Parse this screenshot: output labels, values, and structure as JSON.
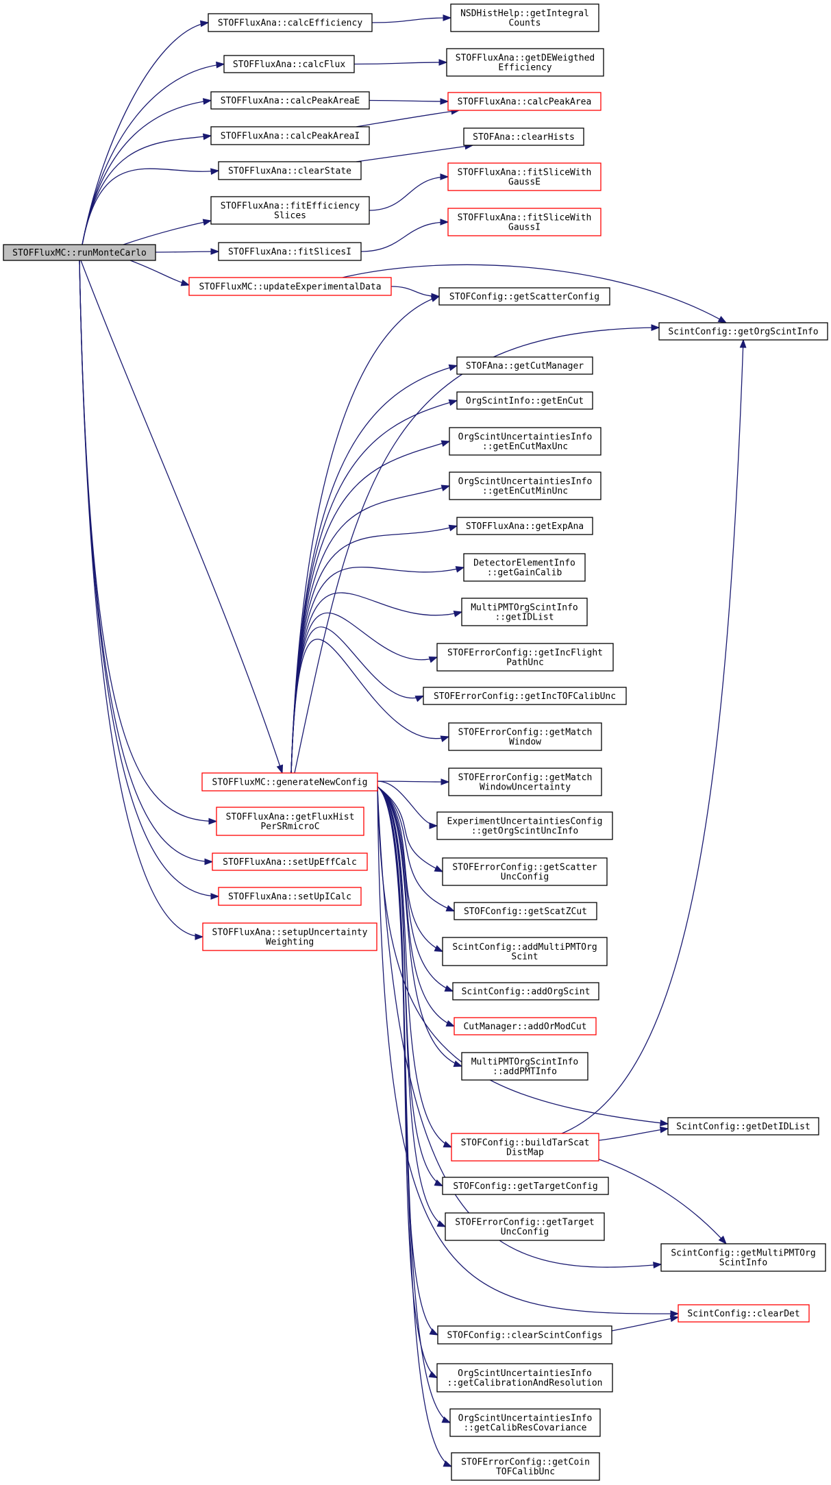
{
  "colors": {
    "edge": "#191970",
    "node_border": "#000000",
    "node_border_unexpanded": "#ff0000",
    "focus_fill": "#bfbfbf",
    "node_fill": "#ffffff"
  },
  "nodes": [
    {
      "id": "runMC",
      "lines": [
        "STOFFluxMC::runMonteCarlo"
      ],
      "style": "focus"
    },
    {
      "id": "calcEff",
      "lines": [
        "STOFFluxAna::calcEfficiency"
      ],
      "style": "normal"
    },
    {
      "id": "calcFlux",
      "lines": [
        "STOFFluxAna::calcFlux"
      ],
      "style": "normal"
    },
    {
      "id": "calcPAE",
      "lines": [
        "STOFFluxAna::calcPeakAreaE"
      ],
      "style": "normal"
    },
    {
      "id": "calcPAI",
      "lines": [
        "STOFFluxAna::calcPeakAreaI"
      ],
      "style": "normal"
    },
    {
      "id": "clearState",
      "lines": [
        "STOFFluxAna::clearState"
      ],
      "style": "normal"
    },
    {
      "id": "fitEffSlices",
      "lines": [
        "STOFFluxAna::fitEfficiency",
        "Slices"
      ],
      "style": "normal"
    },
    {
      "id": "fitSlicesI",
      "lines": [
        "STOFFluxAna::fitSlicesI"
      ],
      "style": "normal"
    },
    {
      "id": "updExp",
      "lines": [
        "STOFFluxMC::updateExperimentalData"
      ],
      "style": "red"
    },
    {
      "id": "genNew",
      "lines": [
        "STOFFluxMC::generateNewConfig"
      ],
      "style": "red"
    },
    {
      "id": "getFluxHist",
      "lines": [
        "STOFFluxAna::getFluxHist",
        "PerSRmicroC"
      ],
      "style": "red"
    },
    {
      "id": "setUpEff",
      "lines": [
        "STOFFluxAna::setUpEffCalc"
      ],
      "style": "red"
    },
    {
      "id": "setUpI",
      "lines": [
        "STOFFluxAna::setUpICalc"
      ],
      "style": "red"
    },
    {
      "id": "setupUnc",
      "lines": [
        "STOFFluxAna::setupUncertainty",
        "Weighting"
      ],
      "style": "red"
    },
    {
      "id": "nsdInt",
      "lines": [
        "NSDHistHelp::getIntegral",
        "Counts"
      ],
      "style": "normal"
    },
    {
      "id": "getDEW",
      "lines": [
        "STOFFluxAna::getDEWeigthed",
        "Efficiency"
      ],
      "style": "normal"
    },
    {
      "id": "calcPA",
      "lines": [
        "STOFFluxAna::calcPeakArea"
      ],
      "style": "red"
    },
    {
      "id": "clearHists",
      "lines": [
        "STOFAna::clearHists"
      ],
      "style": "normal"
    },
    {
      "id": "fitGE",
      "lines": [
        "STOFFluxAna::fitSliceWith",
        "GaussE"
      ],
      "style": "red"
    },
    {
      "id": "fitGI",
      "lines": [
        "STOFFluxAna::fitSliceWith",
        "GaussI"
      ],
      "style": "red"
    },
    {
      "id": "getScatCfg",
      "lines": [
        "STOFConfig::getScatterConfig"
      ],
      "style": "normal"
    },
    {
      "id": "getOrgScint",
      "lines": [
        "ScintConfig::getOrgScintInfo"
      ],
      "style": "normal"
    },
    {
      "id": "getCutMgr",
      "lines": [
        "STOFAna::getCutManager"
      ],
      "style": "normal"
    },
    {
      "id": "getEnCut",
      "lines": [
        "OrgScintInfo::getEnCut"
      ],
      "style": "normal"
    },
    {
      "id": "getEnCutMax",
      "lines": [
        "OrgScintUncertaintiesInfo",
        "::getEnCutMaxUnc"
      ],
      "style": "normal"
    },
    {
      "id": "getEnCutMin",
      "lines": [
        "OrgScintUncertaintiesInfo",
        "::getEnCutMinUnc"
      ],
      "style": "normal"
    },
    {
      "id": "getExpAna",
      "lines": [
        "STOFFluxAna::getExpAna"
      ],
      "style": "normal"
    },
    {
      "id": "getGainCalib",
      "lines": [
        "DetectorElementInfo",
        "::getGainCalib"
      ],
      "style": "normal"
    },
    {
      "id": "getIDList",
      "lines": [
        "MultiPMTOrgScintInfo",
        "::getIDList"
      ],
      "style": "normal"
    },
    {
      "id": "getIncFP",
      "lines": [
        "STOFErrorConfig::getIncFlight",
        "PathUnc"
      ],
      "style": "normal"
    },
    {
      "id": "getIncTOF",
      "lines": [
        "STOFErrorConfig::getIncTOFCalibUnc"
      ],
      "style": "normal"
    },
    {
      "id": "getMatchW",
      "lines": [
        "STOFErrorConfig::getMatch",
        "Window"
      ],
      "style": "normal"
    },
    {
      "id": "getMatchWU",
      "lines": [
        "STOFErrorConfig::getMatch",
        "WindowUncertainty"
      ],
      "style": "normal"
    },
    {
      "id": "getOSUnc",
      "lines": [
        "ExperimentUncertaintiesConfig",
        "::getOrgScintUncInfo"
      ],
      "style": "normal"
    },
    {
      "id": "getScatUnc",
      "lines": [
        "STOFErrorConfig::getScatter",
        "UncConfig"
      ],
      "style": "normal"
    },
    {
      "id": "getScatZ",
      "lines": [
        "STOFConfig::getScatZCut"
      ],
      "style": "normal"
    },
    {
      "id": "addMulti",
      "lines": [
        "ScintConfig::addMultiPMTOrg",
        "Scint"
      ],
      "style": "normal"
    },
    {
      "id": "addOrg",
      "lines": [
        "ScintConfig::addOrgScint"
      ],
      "style": "normal"
    },
    {
      "id": "addOrMod",
      "lines": [
        "CutManager::addOrModCut"
      ],
      "style": "red"
    },
    {
      "id": "addPMT",
      "lines": [
        "MultiPMTOrgScintInfo",
        "::addPMTInfo"
      ],
      "style": "normal"
    },
    {
      "id": "getDetID",
      "lines": [
        "ScintConfig::getDetIDList"
      ],
      "style": "normal"
    },
    {
      "id": "buildTar",
      "lines": [
        "STOFConfig::buildTarScat",
        "DistMap"
      ],
      "style": "red"
    },
    {
      "id": "getTarCfg",
      "lines": [
        "STOFConfig::getTargetConfig"
      ],
      "style": "normal"
    },
    {
      "id": "getTarUnc",
      "lines": [
        "STOFErrorConfig::getTarget",
        "UncConfig"
      ],
      "style": "normal"
    },
    {
      "id": "getMultiInfo",
      "lines": [
        "ScintConfig::getMultiPMTOrg",
        "ScintInfo"
      ],
      "style": "normal"
    },
    {
      "id": "clearDet",
      "lines": [
        "ScintConfig::clearDet"
      ],
      "style": "red"
    },
    {
      "id": "clearScint",
      "lines": [
        "STOFConfig::clearScintConfigs"
      ],
      "style": "normal"
    },
    {
      "id": "getCalRes",
      "lines": [
        "OrgScintUncertaintiesInfo",
        "::getCalibrationAndResolution"
      ],
      "style": "normal"
    },
    {
      "id": "getCalibCov",
      "lines": [
        "OrgScintUncertaintiesInfo",
        "::getCalibResCovariance"
      ],
      "style": "normal"
    },
    {
      "id": "getCoin",
      "lines": [
        "STOFErrorConfig::getCoin",
        "TOFCalibUnc"
      ],
      "style": "normal"
    }
  ],
  "edges": [
    {
      "from": "runMC",
      "to": "calcEff"
    },
    {
      "from": "runMC",
      "to": "calcFlux"
    },
    {
      "from": "runMC",
      "to": "calcPAE"
    },
    {
      "from": "runMC",
      "to": "calcPAI"
    },
    {
      "from": "runMC",
      "to": "clearState"
    },
    {
      "from": "runMC",
      "to": "fitEffSlices"
    },
    {
      "from": "runMC",
      "to": "fitSlicesI"
    },
    {
      "from": "runMC",
      "to": "updExp"
    },
    {
      "from": "runMC",
      "to": "genNew"
    },
    {
      "from": "runMC",
      "to": "getFluxHist"
    },
    {
      "from": "runMC",
      "to": "setUpEff"
    },
    {
      "from": "runMC",
      "to": "setUpI"
    },
    {
      "from": "runMC",
      "to": "setupUnc"
    },
    {
      "from": "calcEff",
      "to": "nsdInt"
    },
    {
      "from": "calcFlux",
      "to": "getDEW"
    },
    {
      "from": "calcPAE",
      "to": "calcPA"
    },
    {
      "from": "calcPAI",
      "to": "calcPA"
    },
    {
      "from": "clearState",
      "to": "clearHists"
    },
    {
      "from": "fitEffSlices",
      "to": "fitGE"
    },
    {
      "from": "fitSlicesI",
      "to": "fitGI"
    },
    {
      "from": "updExp",
      "to": "getScatCfg"
    },
    {
      "from": "updExp",
      "to": "getOrgScint"
    },
    {
      "from": "genNew",
      "to": "getScatCfg"
    },
    {
      "from": "genNew",
      "to": "getOrgScint"
    },
    {
      "from": "genNew",
      "to": "getCutMgr"
    },
    {
      "from": "genNew",
      "to": "getEnCut"
    },
    {
      "from": "genNew",
      "to": "getEnCutMax"
    },
    {
      "from": "genNew",
      "to": "getEnCutMin"
    },
    {
      "from": "genNew",
      "to": "getExpAna"
    },
    {
      "from": "genNew",
      "to": "getGainCalib"
    },
    {
      "from": "genNew",
      "to": "getIDList"
    },
    {
      "from": "genNew",
      "to": "getIncFP"
    },
    {
      "from": "genNew",
      "to": "getIncTOF"
    },
    {
      "from": "genNew",
      "to": "getMatchW"
    },
    {
      "from": "genNew",
      "to": "getMatchWU"
    },
    {
      "from": "genNew",
      "to": "getOSUnc"
    },
    {
      "from": "genNew",
      "to": "getScatUnc"
    },
    {
      "from": "genNew",
      "to": "getScatZ"
    },
    {
      "from": "genNew",
      "to": "addMulti"
    },
    {
      "from": "genNew",
      "to": "addOrg"
    },
    {
      "from": "genNew",
      "to": "addOrMod"
    },
    {
      "from": "genNew",
      "to": "addPMT"
    },
    {
      "from": "genNew",
      "to": "getDetID"
    },
    {
      "from": "genNew",
      "to": "buildTar"
    },
    {
      "from": "genNew",
      "to": "getTarCfg"
    },
    {
      "from": "genNew",
      "to": "getTarUnc"
    },
    {
      "from": "genNew",
      "to": "getMultiInfo"
    },
    {
      "from": "genNew",
      "to": "clearDet"
    },
    {
      "from": "genNew",
      "to": "clearScint"
    },
    {
      "from": "genNew",
      "to": "getCalRes"
    },
    {
      "from": "genNew",
      "to": "getCalibCov"
    },
    {
      "from": "genNew",
      "to": "getCoin"
    },
    {
      "from": "buildTar",
      "to": "getOrgScint"
    },
    {
      "from": "buildTar",
      "to": "getDetID"
    },
    {
      "from": "buildTar",
      "to": "getMultiInfo"
    },
    {
      "from": "clearScint",
      "to": "clearDet"
    }
  ]
}
